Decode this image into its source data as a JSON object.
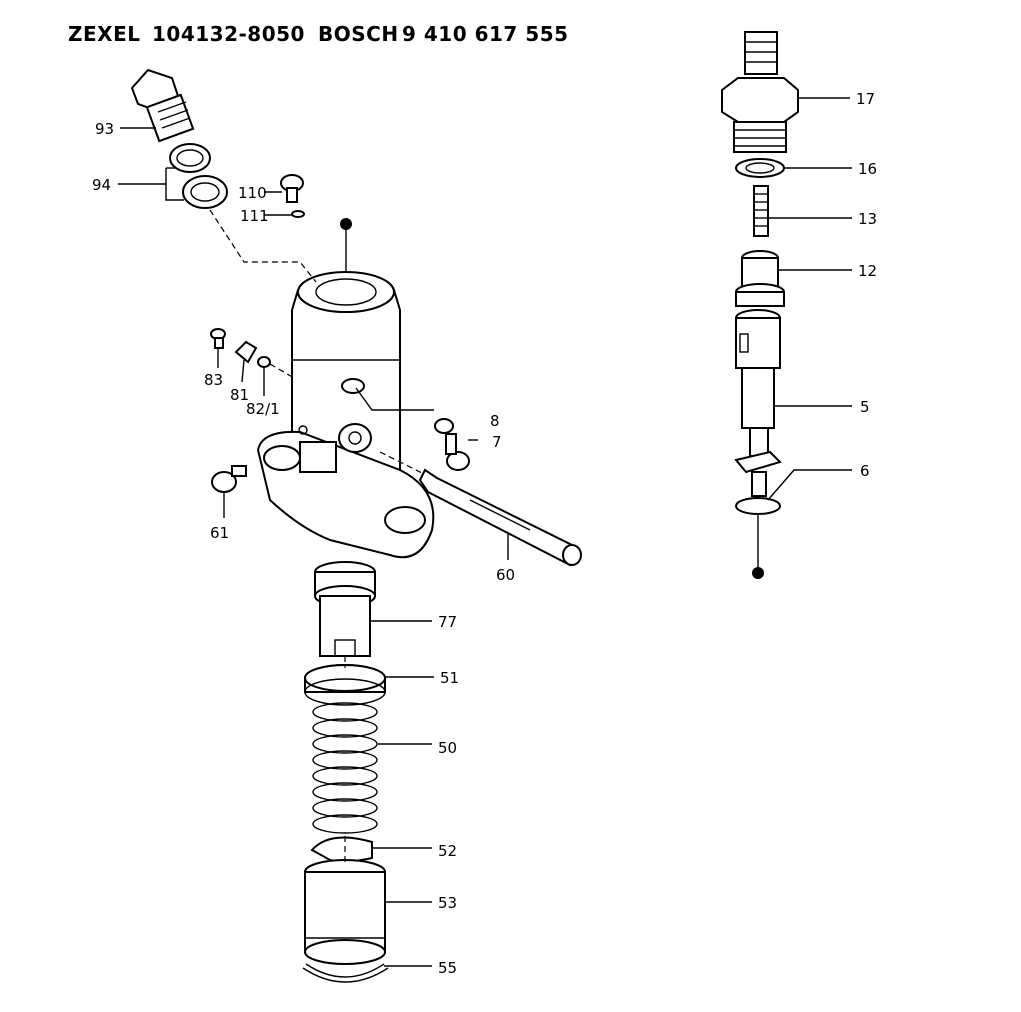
{
  "header": {
    "brand1": "ZEXEL",
    "part1": "104132-8050",
    "brand2": "BOSCH",
    "part2": "9 410 617 555"
  },
  "callouts": {
    "c93": "93",
    "c94": "94",
    "c110": "110",
    "c111": "111",
    "c83": "83",
    "c81": "81",
    "c82": "82/1",
    "c61": "61",
    "c8": "8",
    "c7": "7",
    "c60": "60",
    "c77": "77",
    "c51": "51",
    "c50": "50",
    "c52": "52",
    "c53": "53",
    "c55": "55",
    "c17": "17",
    "c16": "16",
    "c13": "13",
    "c12": "12",
    "c5": "5",
    "c6": "6"
  }
}
